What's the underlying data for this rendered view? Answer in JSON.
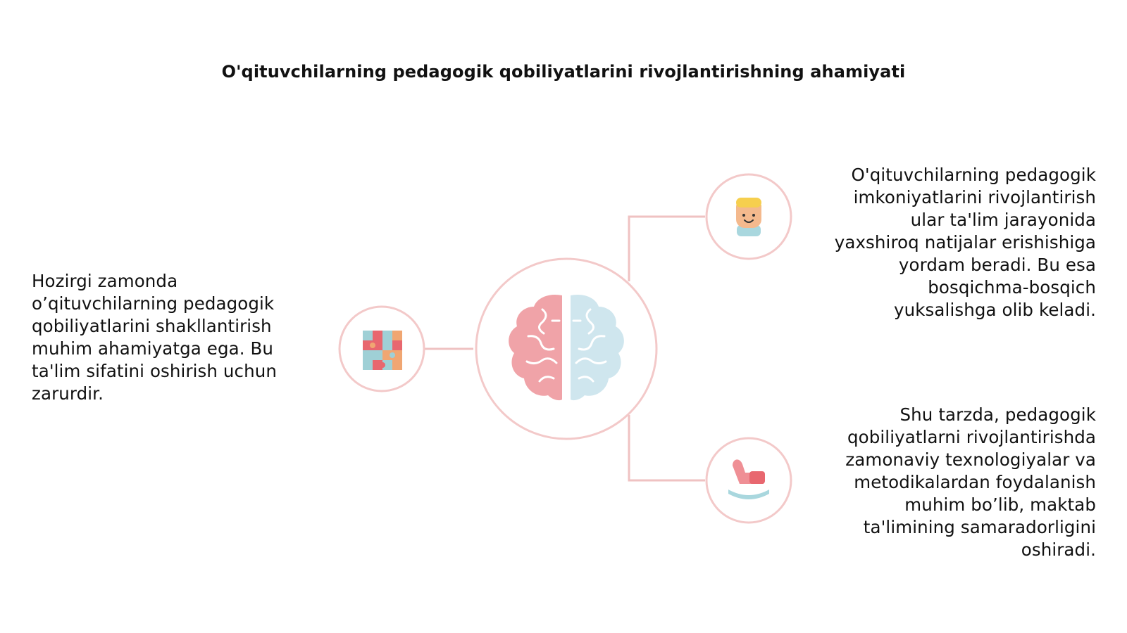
{
  "title": "O'qituvchilarning pedagogik qobiliyatlarini rivojlantirishning ahamiyati",
  "colors": {
    "ring": "#f3c9c9",
    "line": "#efc2c2",
    "brain_left": "#f0a3a8",
    "brain_right": "#cfe6ee",
    "puzzle_red": "#e8676f",
    "puzzle_teal": "#9fd0d6",
    "puzzle_orange": "#f0a672",
    "hair": "#f6cf4e",
    "skin": "#f4b98d",
    "shirt": "#a9d7de",
    "horse": "#ef8f95",
    "horse_base": "#a9d7de"
  },
  "center": {
    "icon": "brain-icon"
  },
  "left": {
    "icon": "puzzle-icon",
    "text": "Hozirgi zamonda\no’qituvchilarning pedagogik\nqobiliyatlarini shakllantirish\nmuhim ahamiyatga ega. Bu\nta'lim sifatini oshirish uchun\nzarurdir."
  },
  "right_top": {
    "icon": "child-face-icon",
    "text": "O'qituvchilarning pedagogik\nimkoniyatlarini rivojlantirish\nular ta'lim jarayonida\nyaxshiroq natijalar erishishiga\nyordam beradi. Bu esa\nbosqichma-bosqich\nyuksalishga olib keladi."
  },
  "right_bottom": {
    "icon": "rocking-horse-icon",
    "text": "Shu tarzda, pedagogik\nqobiliyatlarni rivojlantirishda\nzamonaviy texnologiyalar va\nmetodikalardan foydalanish\nmuhim bo’lib, maktab\nta'limining samaradorligini\noshiradi."
  }
}
